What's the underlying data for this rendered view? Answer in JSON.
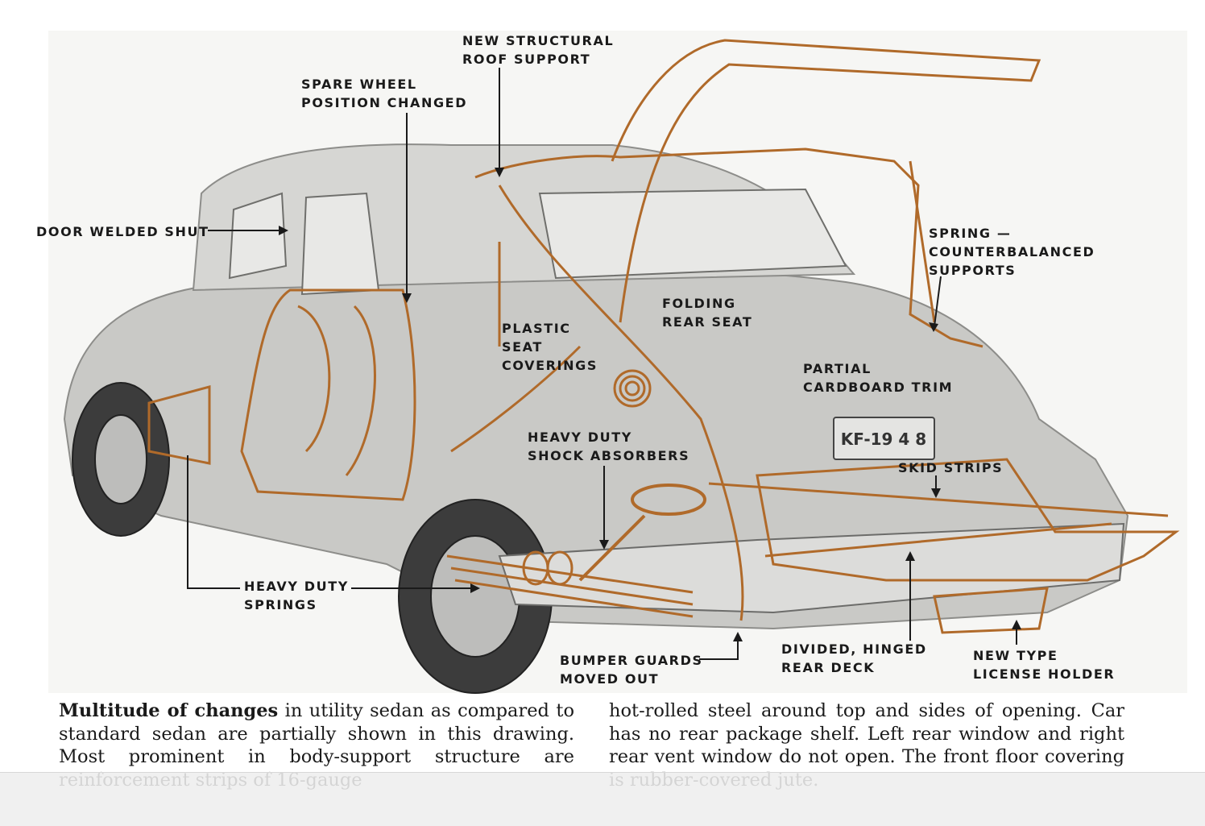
{
  "labels": {
    "roof_support": "NEW STRUCTURAL\nROOF SUPPORT",
    "spare_wheel": "SPARE WHEEL\nPOSITION CHANGED",
    "door_welded": "DOOR WELDED SHUT",
    "spring_supports": "SPRING —\nCOUNTERBALANCED\nSUPPORTS",
    "folding_seat": "FOLDING\nREAR SEAT",
    "plastic_seat": "PLASTIC\nSEAT\nCOVERINGS",
    "cardboard_trim": "PARTIAL\nCARDBOARD TRIM",
    "shock_absorbers": "HEAVY DUTY\nSHOCK ABSORBERS",
    "skid_strips": "SKID STRIPS",
    "springs": "HEAVY DUTY\nSPRINGS",
    "bumper_guards": "BUMPER GUARDS\nMOVED OUT",
    "rear_deck": "DIVIDED, HINGED\nREAR DECK",
    "license_holder": "NEW TYPE\nLICENSE HOLDER"
  },
  "license_plate": "KF-19 4 8",
  "caption": {
    "lead": "Multitude of changes",
    "left_rest": " in utility sedan as compared to standard sedan are partially shown in this drawing. Most prominent in body-support structure are reinforcement strips of 16-gauge",
    "right": "hot-rolled steel around top and sides of opening. Car has no rear package shelf. Left rear window and right rear vent window do not open. The front floor covering is rubber-covered jute."
  },
  "colors": {
    "callout_lines": "#b06a2a",
    "illustration_bg": "#f6f6f4"
  }
}
